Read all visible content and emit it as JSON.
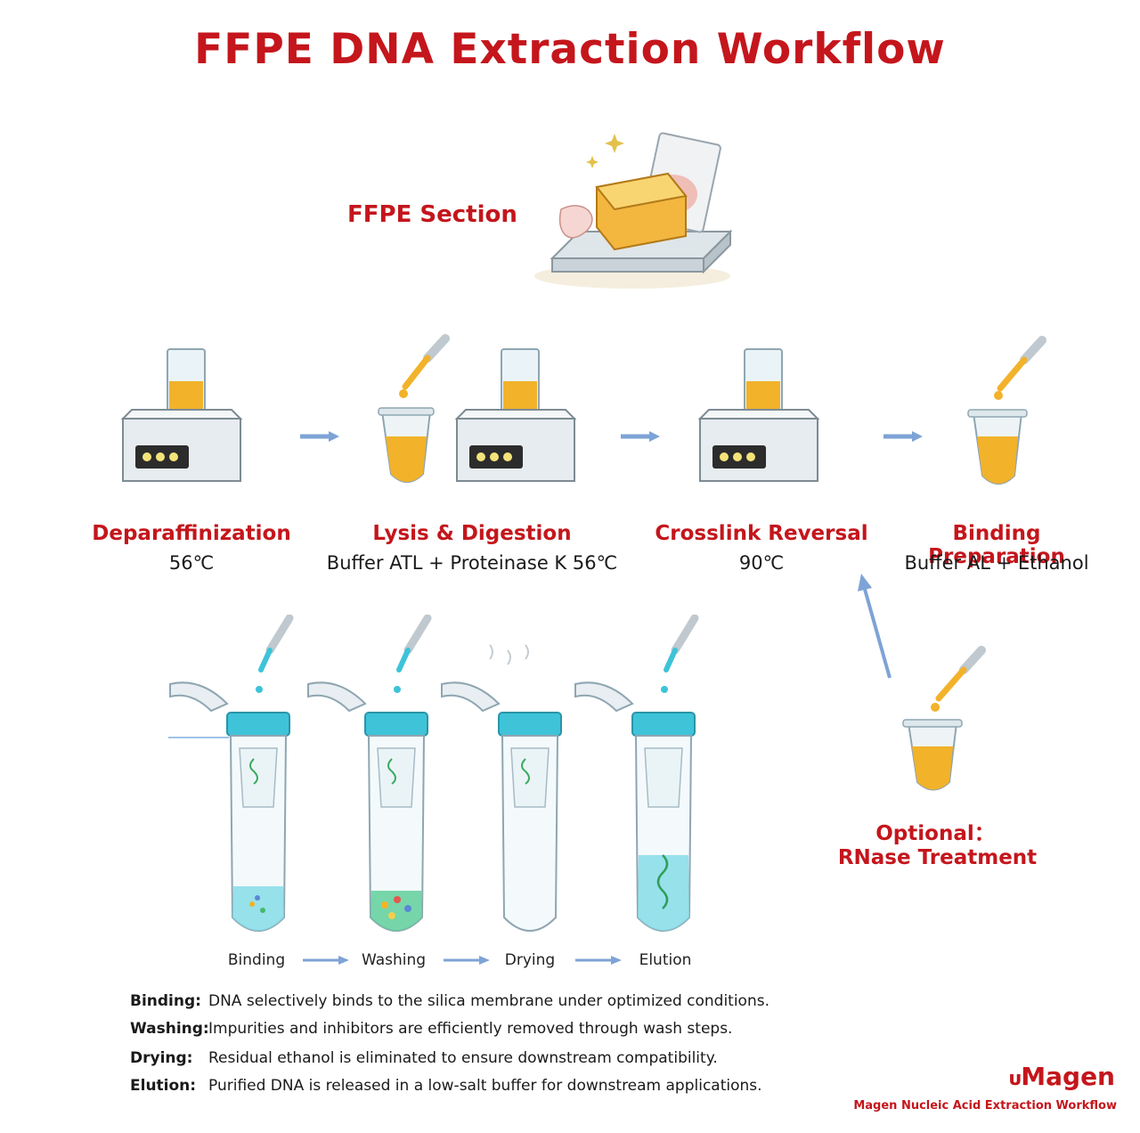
{
  "title": "FFPE DNA Extraction Workflow",
  "section_label": "FFPE Section",
  "steps": [
    {
      "title": "Deparaffinization",
      "sub": "56℃"
    },
    {
      "title": "Lysis & Digestion",
      "sub": "Buffer  ATL + Proteinase  K  56℃"
    },
    {
      "title": "Crosslink Reversal",
      "sub": "90℃"
    },
    {
      "title": "Binding Preparation",
      "sub": "Buffer  AL + Ethanol"
    }
  ],
  "optional": {
    "line1": "Optional：",
    "line2": "RNase Treatment"
  },
  "column_steps": [
    "Binding",
    "Washing",
    "Drying",
    "Elution"
  ],
  "descriptions": [
    {
      "term": "Binding:",
      "text": "DNA selectively binds to the silica membrane under optimized conditions."
    },
    {
      "term": "Washing:",
      "text": "Impurities and inhibitors are efficiently removed through wash steps."
    },
    {
      "term": "Drying:",
      "text": "Residual ethanol is eliminated to ensure downstream compatibility."
    },
    {
      "term": "Elution:",
      "text": "Purified DNA is released in a low-salt buffer for downstream applications."
    }
  ],
  "brand": "Magen",
  "footer": "Magen Nucleic Acid Extraction Workflow",
  "colors": {
    "accent": "#c4161c",
    "arrow": "#7ea3d6",
    "liquid": "#f5b422",
    "cap": "#3ec3d8"
  }
}
